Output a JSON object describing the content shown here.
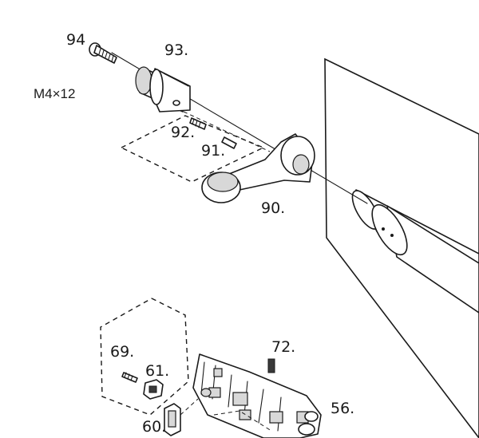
{
  "diagram": {
    "labels": {
      "p94": "94",
      "p93": "93.",
      "spec": "M4×12",
      "p92": "92.",
      "p91": "91.",
      "p90": "90.",
      "p72": "72.",
      "p69": "69.",
      "p61": "61.",
      "p60": "60.",
      "p56": "56."
    }
  }
}
